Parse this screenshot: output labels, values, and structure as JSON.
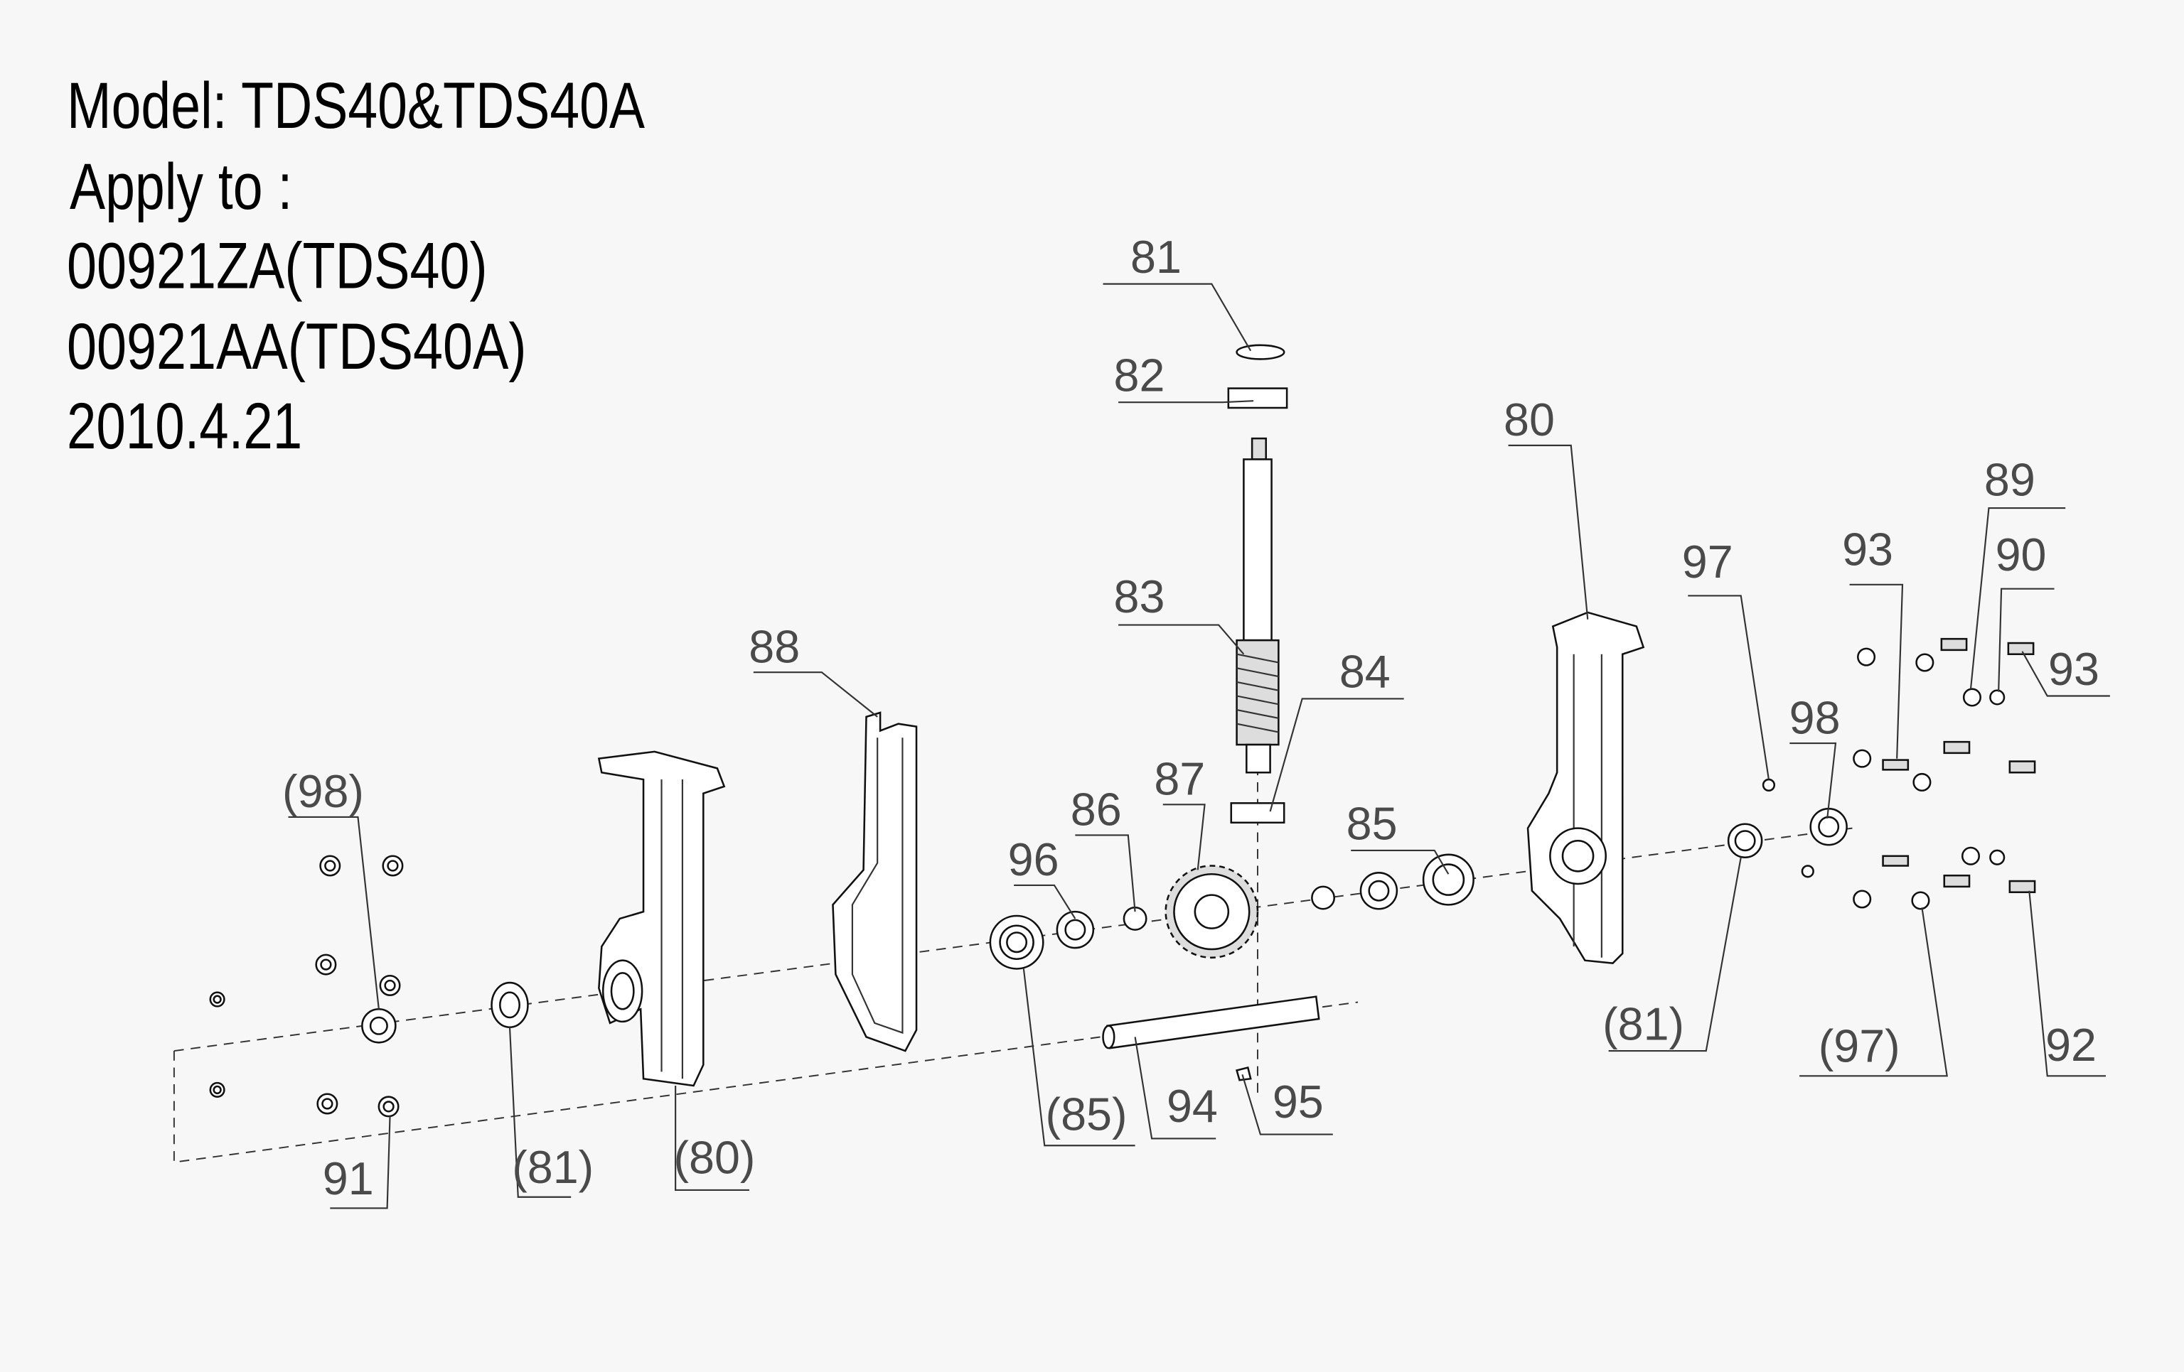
{
  "header": {
    "model": "Model: TDS40&TDS40A",
    "apply_to": "Apply to :",
    "variant_1": "00921ZA(TDS40)",
    "variant_2": "00921AA(TDS40A)",
    "date": "2010.4.21"
  },
  "callouts": {
    "c81_top": "81",
    "c82": "82",
    "c83": "83",
    "c84": "84",
    "c85": "85",
    "c86": "86",
    "c87": "87",
    "c88": "88",
    "c96": "96",
    "c80_right": "80",
    "c97_top": "97",
    "c93_mid": "93",
    "c89": "89",
    "c90": "90",
    "c93_right": "93",
    "c98_right": "98",
    "c81_right": "(81)",
    "c97_bottom": "(97)",
    "c92": "92",
    "c98_left": "(98)",
    "c91": "91",
    "c81_left": "(81)",
    "c80_left": "(80)",
    "c85_bottom": "(85)",
    "c94": "94",
    "c95": "95"
  }
}
